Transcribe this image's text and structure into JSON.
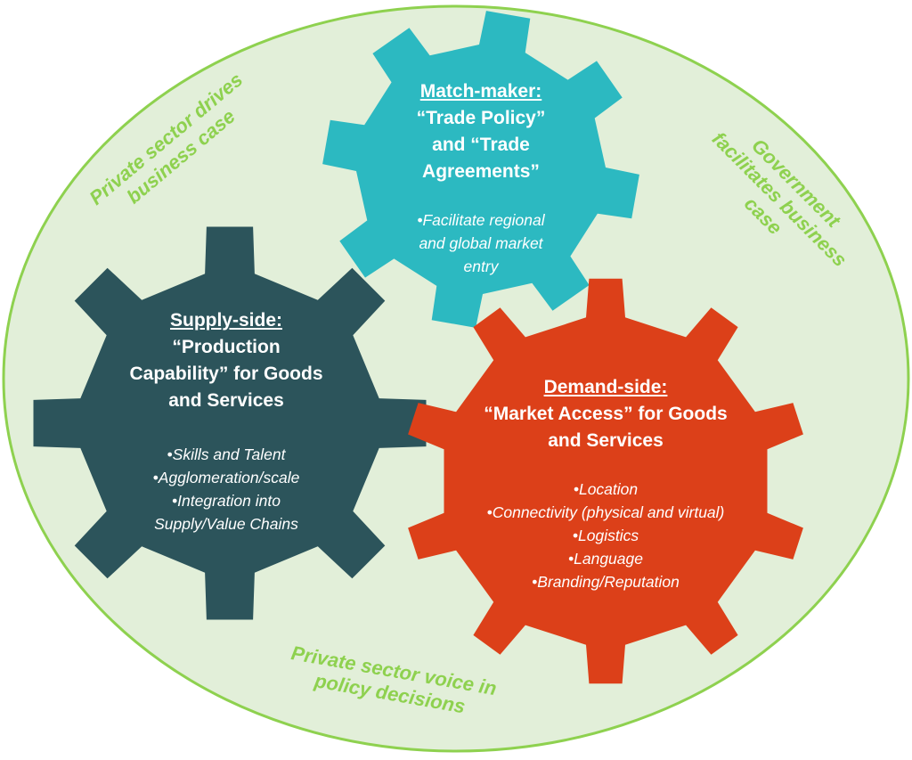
{
  "colors": {
    "ellipse_fill": "#e2efd9",
    "ellipse_stroke": "#8ed14f",
    "label_green": "#8ed14f",
    "match_gear": "#2cb9c1",
    "supply_gear": "#2c545b",
    "demand_gear": "#dc4019",
    "gear_text": "#ffffff"
  },
  "labels": {
    "private_drives": [
      "Private sector drives",
      "business case"
    ],
    "government": [
      "Government",
      "facilitates business",
      "case"
    ],
    "private_voice": [
      "Private sector voice in",
      "policy decisions"
    ]
  },
  "gears": {
    "match": {
      "heading": "Match-maker:",
      "title_lines": [
        "“Trade Policy”",
        "and “Trade",
        "Agreements”"
      ],
      "bullets": [
        "•Facilitate regional",
        "and global market",
        "entry"
      ],
      "icon": "cog-icon"
    },
    "supply": {
      "heading": "Supply-side:",
      "title_lines": [
        "“Production",
        "Capability” for Goods",
        "and Services"
      ],
      "bullets": [
        "•Skills and Talent",
        "•Agglomeration/scale",
        "•Integration into",
        "Supply/Value Chains"
      ],
      "icon": "cog-icon"
    },
    "demand": {
      "heading": "Demand-side:",
      "title_lines": [
        "“Market Access” for Goods",
        "and Services"
      ],
      "bullets": [
        "•Location",
        "•Connectivity (physical and virtual)",
        "•Logistics",
        "•Language",
        "•Branding/Reputation"
      ],
      "icon": "cog-icon"
    }
  }
}
